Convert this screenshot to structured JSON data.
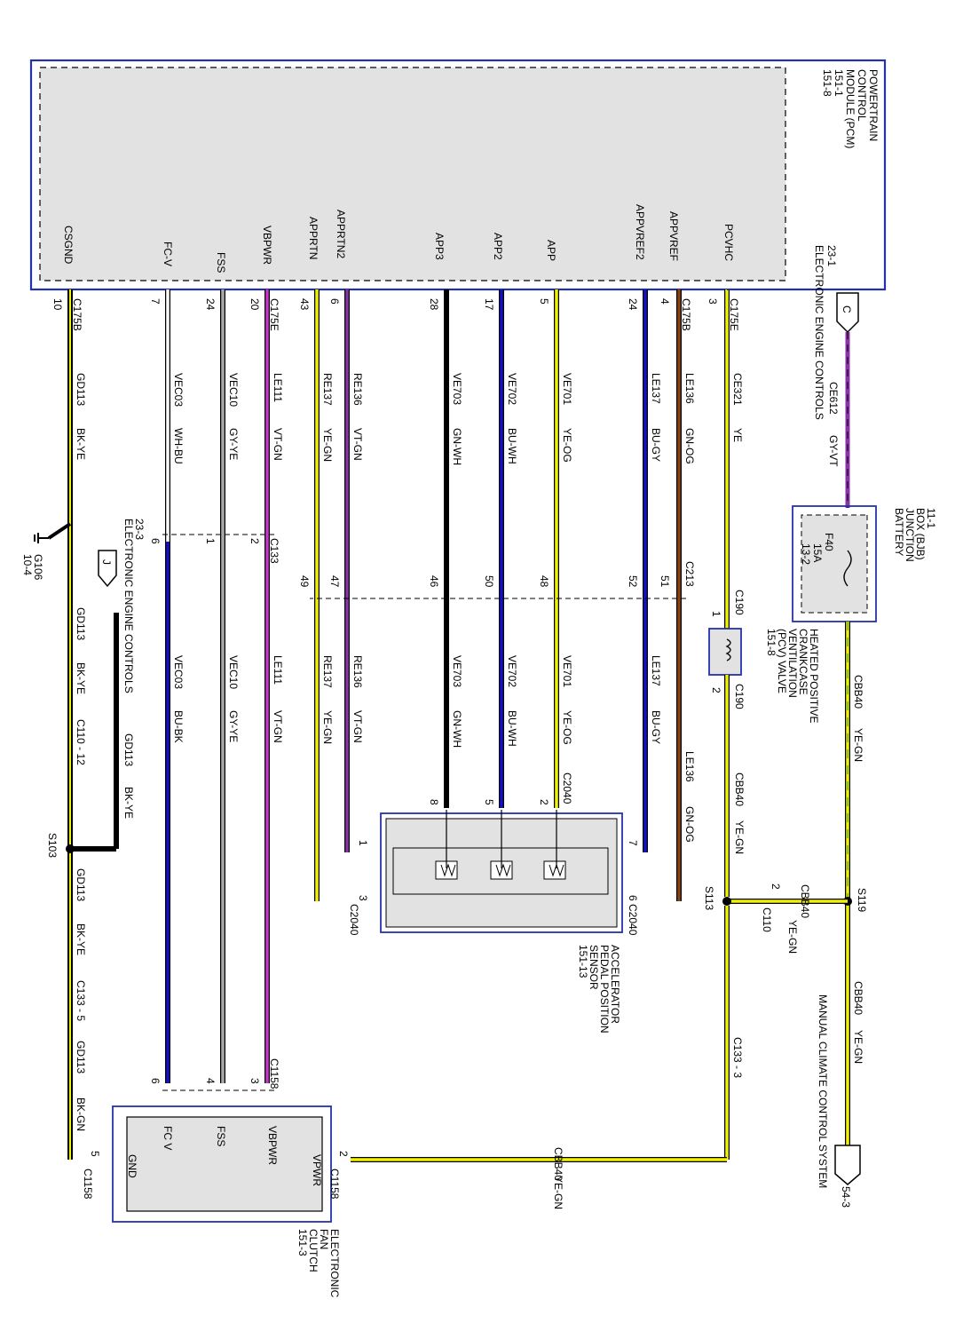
{
  "colors": {
    "box_border": "#2233aa",
    "box_fill": "#e2e2e2",
    "wire_black": "#000000",
    "wire_yellow": "#f2f200",
    "wire_magenta": "#cc33cc",
    "wire_blue": "#1111cc",
    "wire_gray": "#aaaaaa",
    "wire_white": "#ffffff",
    "wire_violet": "#8833aa",
    "wire_green": "#339933",
    "wire_orange": "#ff7700",
    "wire_red": "#cc2200",
    "wire_brown": "#884411"
  },
  "pcm": {
    "title": [
      "POWERTRAIN",
      "CONTROL",
      "MODULE (PCM)",
      "151-1",
      "151-8"
    ],
    "pins": [
      "PCVHC",
      "APPVREF",
      "APPVREF2",
      "APP",
      "APP2",
      "APP3",
      "APPRTN2",
      "APPRTN",
      "VBPWR",
      "FSS",
      "FC-V",
      "CSGND"
    ]
  },
  "connector_c": {
    "letter": "C",
    "page": "23-1",
    "title": "ELECTRONIC ENGINE CONTROLS",
    "circuit": "CE612",
    "color": "GY-VT"
  },
  "bjb": {
    "title": [
      "BATTERY",
      "JUNCTION",
      "BOX (BJB)",
      "11-1"
    ],
    "fuse": "F40",
    "rating": "15A",
    "page": "13-2"
  },
  "pcv": {
    "title": [
      "HEATED POSITIVE",
      "CRANKCASE",
      "VENTILATION",
      "(PCV) VALVE",
      "151-8"
    ],
    "connector": "C190",
    "pins": [
      "1",
      "2"
    ]
  },
  "harness": [
    {
      "conn": "C175E",
      "pin": "3",
      "circuit": "CE321",
      "color": "YE"
    },
    {
      "conn": "C175B",
      "pin": "4",
      "circuit": "LE136",
      "color": "GN-OG"
    },
    {
      "conn": "",
      "pin": "24",
      "circuit": "LE137",
      "color": "BU-GY"
    },
    {
      "conn": "",
      "pin": "5",
      "circuit": "VE701",
      "color": "YE-OG"
    },
    {
      "conn": "",
      "pin": "17",
      "circuit": "VE702",
      "color": "BU-WH"
    },
    {
      "conn": "",
      "pin": "28",
      "circuit": "VE703",
      "color": "GN-WH"
    },
    {
      "conn": "",
      "pin": "6",
      "circuit": "RE136",
      "color": "VT-GN"
    },
    {
      "conn": "",
      "pin": "43",
      "circuit": "RE137",
      "color": "YE-GN"
    },
    {
      "conn": "C175E",
      "pin": "20",
      "circuit": "LE111",
      "color": "VT-GN"
    },
    {
      "conn": "",
      "pin": "24",
      "circuit": "VEC10",
      "color": "GY-YE"
    },
    {
      "conn": "",
      "pin": "7",
      "circuit": "VEC03",
      "color": "WH-BU"
    },
    {
      "conn": "C175B",
      "pin": "10",
      "circuit": "GD113",
      "color": "BK-YE"
    }
  ],
  "c213": {
    "name": "C213",
    "pins": [
      "51",
      "52",
      "48",
      "50",
      "46",
      "47",
      "49"
    ]
  },
  "c133": {
    "name": "C133",
    "pins": [
      "2",
      "1",
      "6"
    ]
  },
  "middle": [
    {
      "circuit": "LE136",
      "color": "GN-OG"
    },
    {
      "circuit": "LE137",
      "color": "BU-GY"
    },
    {
      "circuit": "VE701",
      "color": "YE-OG"
    },
    {
      "circuit": "VE702",
      "color": "BU-WH"
    },
    {
      "circuit": "VE703",
      "color": "GN-WH"
    },
    {
      "circuit": "RE136",
      "color": "VT-GN"
    },
    {
      "circuit": "RE137",
      "color": "YE-GN"
    },
    {
      "circuit": "LE111",
      "color": "VT-GN"
    },
    {
      "circuit": "VEC10",
      "color": "GY-YE"
    },
    {
      "circuit": "VEC03",
      "color": "BU-BK"
    }
  ],
  "cbb40_top": {
    "circuit": "CBB40",
    "color": "YE-GN"
  },
  "cbb40_mid": {
    "circuit": "CBB40",
    "color": "YE-GN"
  },
  "cbb40_c110": {
    "circuit": "CBB40",
    "color": "YE-GN",
    "pin": "2",
    "conn": "C110"
  },
  "cbb40_manual": {
    "circuit": "CBB40",
    "color": "YE-GN"
  },
  "cbb40_fan": {
    "circuit": "CBB40",
    "color": "YE-GN"
  },
  "splices": {
    "s119": "S119",
    "s113": "S113",
    "s103": "S103"
  },
  "c133_3": "C133 - 3",
  "manual": {
    "page": "54-3",
    "title": "MANUAL CLIMATE CONTROL SYSTEM"
  },
  "app_sensor": {
    "title": [
      "ACCELERATOR",
      "PEDAL POSITION",
      "SENSOR",
      "151-13"
    ],
    "connector": "C2040",
    "pin_labels": [
      "C2040",
      "8",
      "5",
      "2",
      "7",
      "1",
      "3",
      "6",
      "C2040",
      "C2040"
    ]
  },
  "ground": {
    "name": "G106",
    "page": "10-4"
  },
  "connector_j": {
    "letter": "J",
    "page": "23-3",
    "title": "ELECTRONIC ENGINE CONTROLS",
    "circuit": "GD113",
    "color": "BK-YE"
  },
  "gnd_chain": {
    "c110": "C110 - 12",
    "c133": "C133 - 5",
    "seg1": {
      "circuit": "GD113",
      "color": "BK-YE"
    },
    "seg2": {
      "circuit": "GD113",
      "color": "BK-YE"
    },
    "seg3": {
      "circuit": "GD113",
      "color": "BK-GN"
    }
  },
  "fan": {
    "title": [
      "ELECTRONIC",
      "FAN",
      "CLUTCH",
      "151-3"
    ],
    "pins": [
      "VPWR",
      "VBPWR",
      "FSS",
      "FC V",
      "GND"
    ],
    "c1158_pins": [
      "3",
      "4",
      "6"
    ],
    "conn": "C1158",
    "vpwr_pin": "2",
    "gnd_pin": "5"
  }
}
